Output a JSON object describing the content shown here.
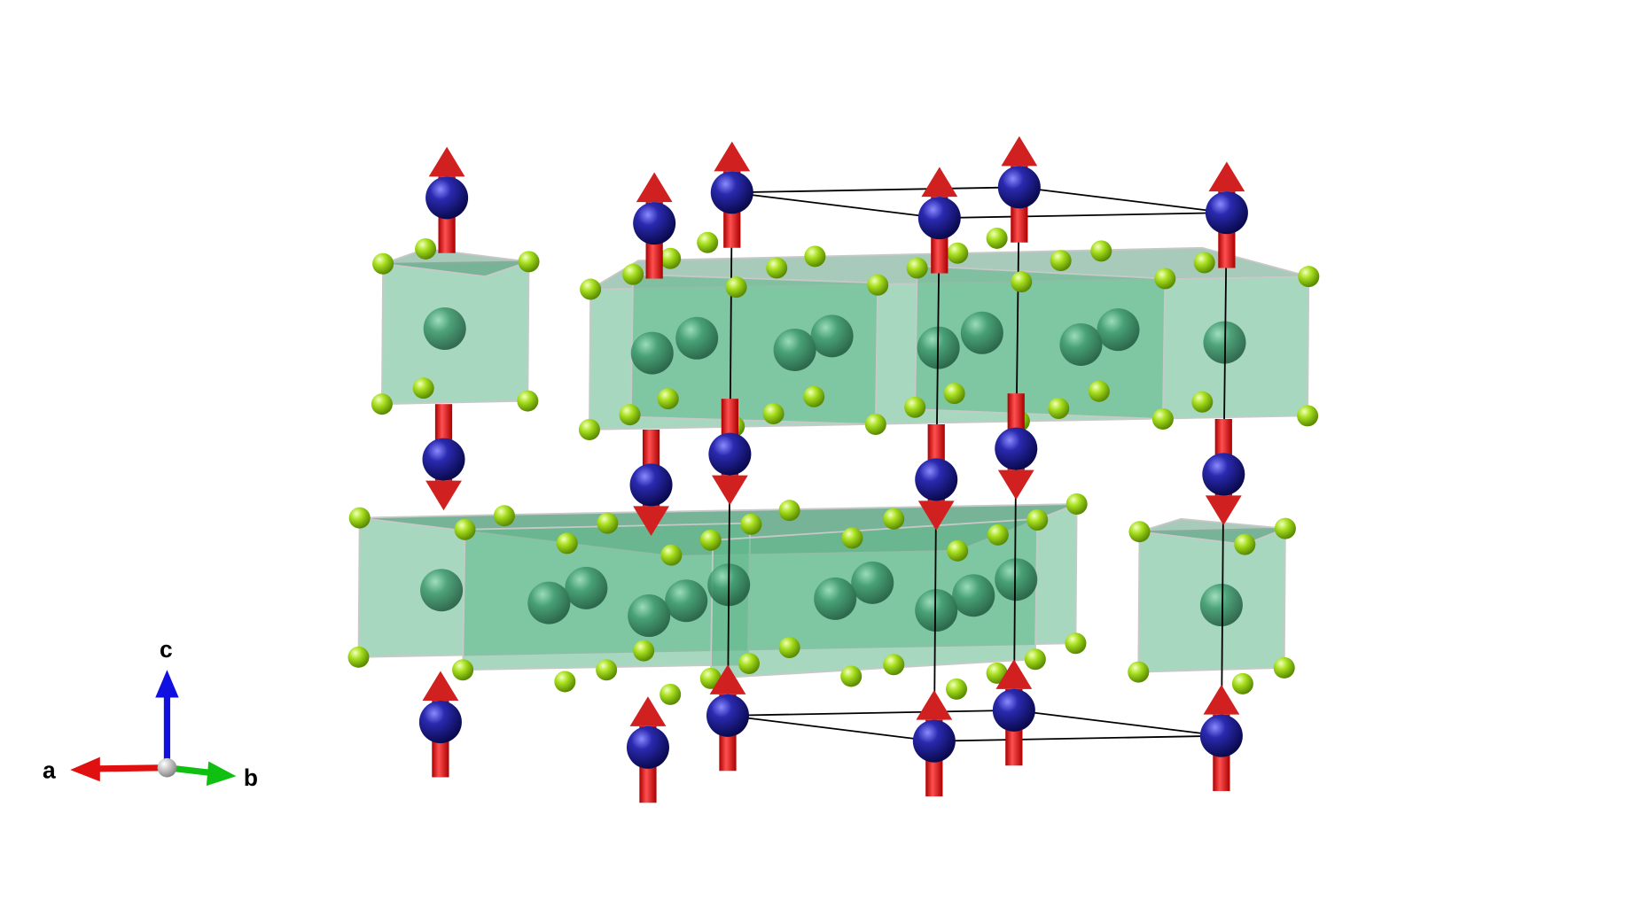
{
  "axes": {
    "a_label": "a",
    "b_label": "b",
    "c_label": "c"
  },
  "colors": {
    "spin_atom": "#1a1a9a",
    "spin_arrow": "#e02020",
    "center_atom": "#3f9a6e",
    "corner_atom": "#a8e020",
    "polyhedron_fill": "#5fb88a",
    "polyhedron_edge": "#c8c8c8",
    "bond_line": "#000000",
    "axis_a": "#e01010",
    "axis_b": "#10c010",
    "axis_c": "#1010e0"
  }
}
